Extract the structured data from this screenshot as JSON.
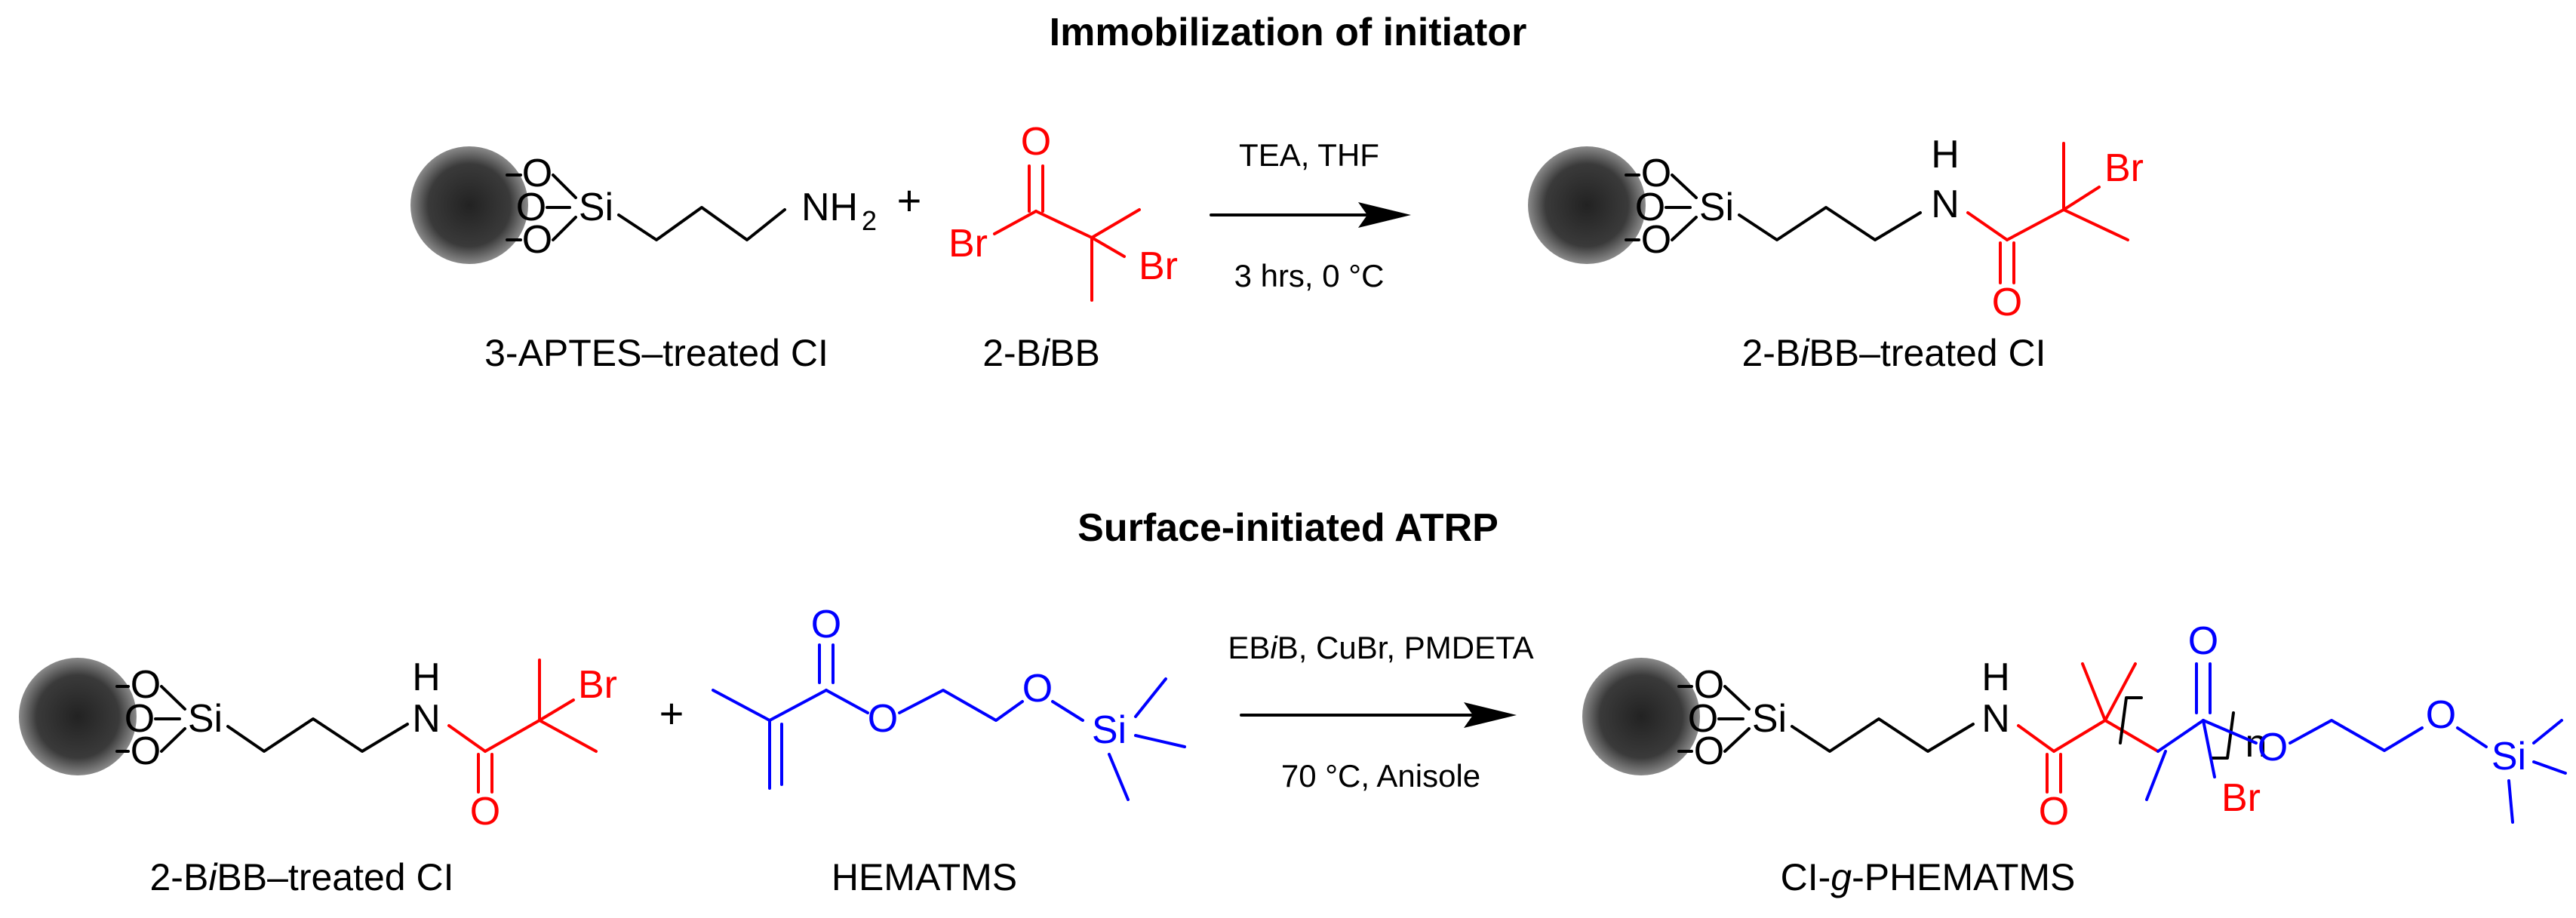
{
  "titles": {
    "section1": "Immobilization of initiator",
    "section2": "Surface-initiated ATRP"
  },
  "reaction1": {
    "reactant1_label": "3-APTES–treated CI",
    "reactant2_label_prefix": "2-B",
    "reactant2_label_italic": "i",
    "reactant2_label_suffix": "BB",
    "conditions_top": "TEA, THF",
    "conditions_bottom": "3 hrs, 0 °C",
    "product_label_prefix": "2-B",
    "product_label_italic": "i",
    "product_label_suffix": "BB–treated CI",
    "plus": "+"
  },
  "reaction2": {
    "reactant1_label_prefix": "2-B",
    "reactant1_label_italic": "i",
    "reactant1_label_suffix": "BB–treated CI",
    "reactant2_label": "HEMATMS",
    "conditions_top_prefix": "EB",
    "conditions_top_italic": "i",
    "conditions_top_suffix": "B, CuBr, PMDETA",
    "conditions_bottom": "70 °C, Anisole",
    "product_label_prefix": "CI-",
    "product_label_italic": "g",
    "product_label_suffix": "-PHEMATMS",
    "plus": "+"
  },
  "atoms": {
    "O": "O",
    "Si": "Si",
    "NH2": "NH",
    "NH2_sub": "2",
    "N": "N",
    "H": "H",
    "Br": "Br",
    "n": "n"
  },
  "colors": {
    "initiator": "#ff0000",
    "monomer": "#0000ff",
    "text": "#000000",
    "particle": "#444444"
  }
}
